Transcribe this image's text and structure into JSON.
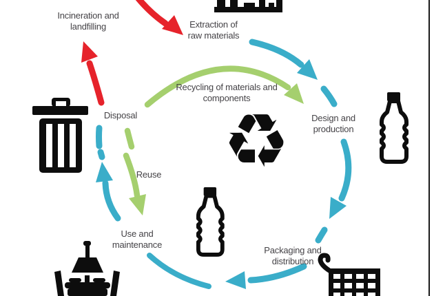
{
  "diagram": {
    "type": "circular-economy-product-lifecycle",
    "labels": {
      "incineration": "Incineration and\nlandfilling",
      "extraction": "Extraction of\nraw materials",
      "recycling": "Recycling of materials and\ncomponents",
      "disposal": "Disposal",
      "design": "Design and\nproduction",
      "reuse": "Reuse",
      "use": "Use and\nmaintenance",
      "packaging": "Packaging and\ndistribution"
    },
    "glyphs": {
      "recycle": "♻"
    },
    "colors": {
      "cycle_blue": "#3aadc9",
      "leakage_red": "#e6232b",
      "loop_green": "#a5cf6e",
      "icon_black": "#0d0d0d",
      "text": "#454347",
      "page_edge": "#1a1a1a"
    },
    "icons": [
      "factory-icon",
      "trash-can-icon",
      "recycle-symbol-icon",
      "plastic-bottle-icon",
      "plastic-bottle-icon",
      "furniture-table-lamp-icon",
      "shopping-cart-icon"
    ],
    "flows": [
      {
        "from": "Disposal",
        "to": "Incineration and landfilling",
        "color": "red"
      },
      {
        "from": "offscreen-top",
        "to": "Extraction of raw materials",
        "color": "red"
      },
      {
        "from": "Extraction of raw materials",
        "to": "Design and production",
        "color": "blue"
      },
      {
        "from": "Design and production",
        "to": "Packaging and distribution",
        "color": "blue"
      },
      {
        "from": "Packaging and distribution",
        "to": "Use and maintenance",
        "color": "blue"
      },
      {
        "from": "Use and maintenance",
        "to": "Disposal",
        "color": "blue"
      },
      {
        "from": "Disposal",
        "to": "Use and maintenance",
        "color": "green",
        "label": "Reuse"
      },
      {
        "from": "Disposal",
        "to": "Design and production",
        "color": "green",
        "label": "Recycling of materials and components"
      }
    ]
  }
}
